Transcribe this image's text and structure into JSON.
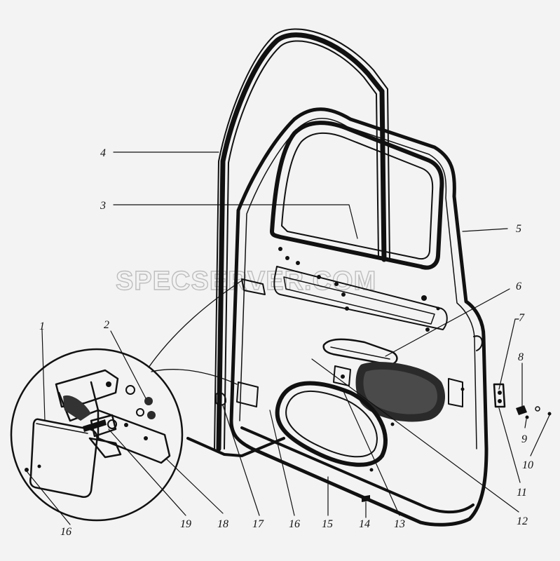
{
  "watermark": "SPECSERVER.COM",
  "labels": {
    "l1": "1",
    "l2": "2",
    "l3": "3",
    "l4": "4",
    "l5": "5",
    "l6": "6",
    "l7": "7",
    "l8": "8",
    "l9": "9",
    "l10": "10",
    "l11": "11",
    "l12": "12",
    "l13": "13",
    "l14": "14",
    "l15": "15",
    "l16a": "16",
    "l16b": "16",
    "l17": "17",
    "l18": "18",
    "l19": "19"
  }
}
